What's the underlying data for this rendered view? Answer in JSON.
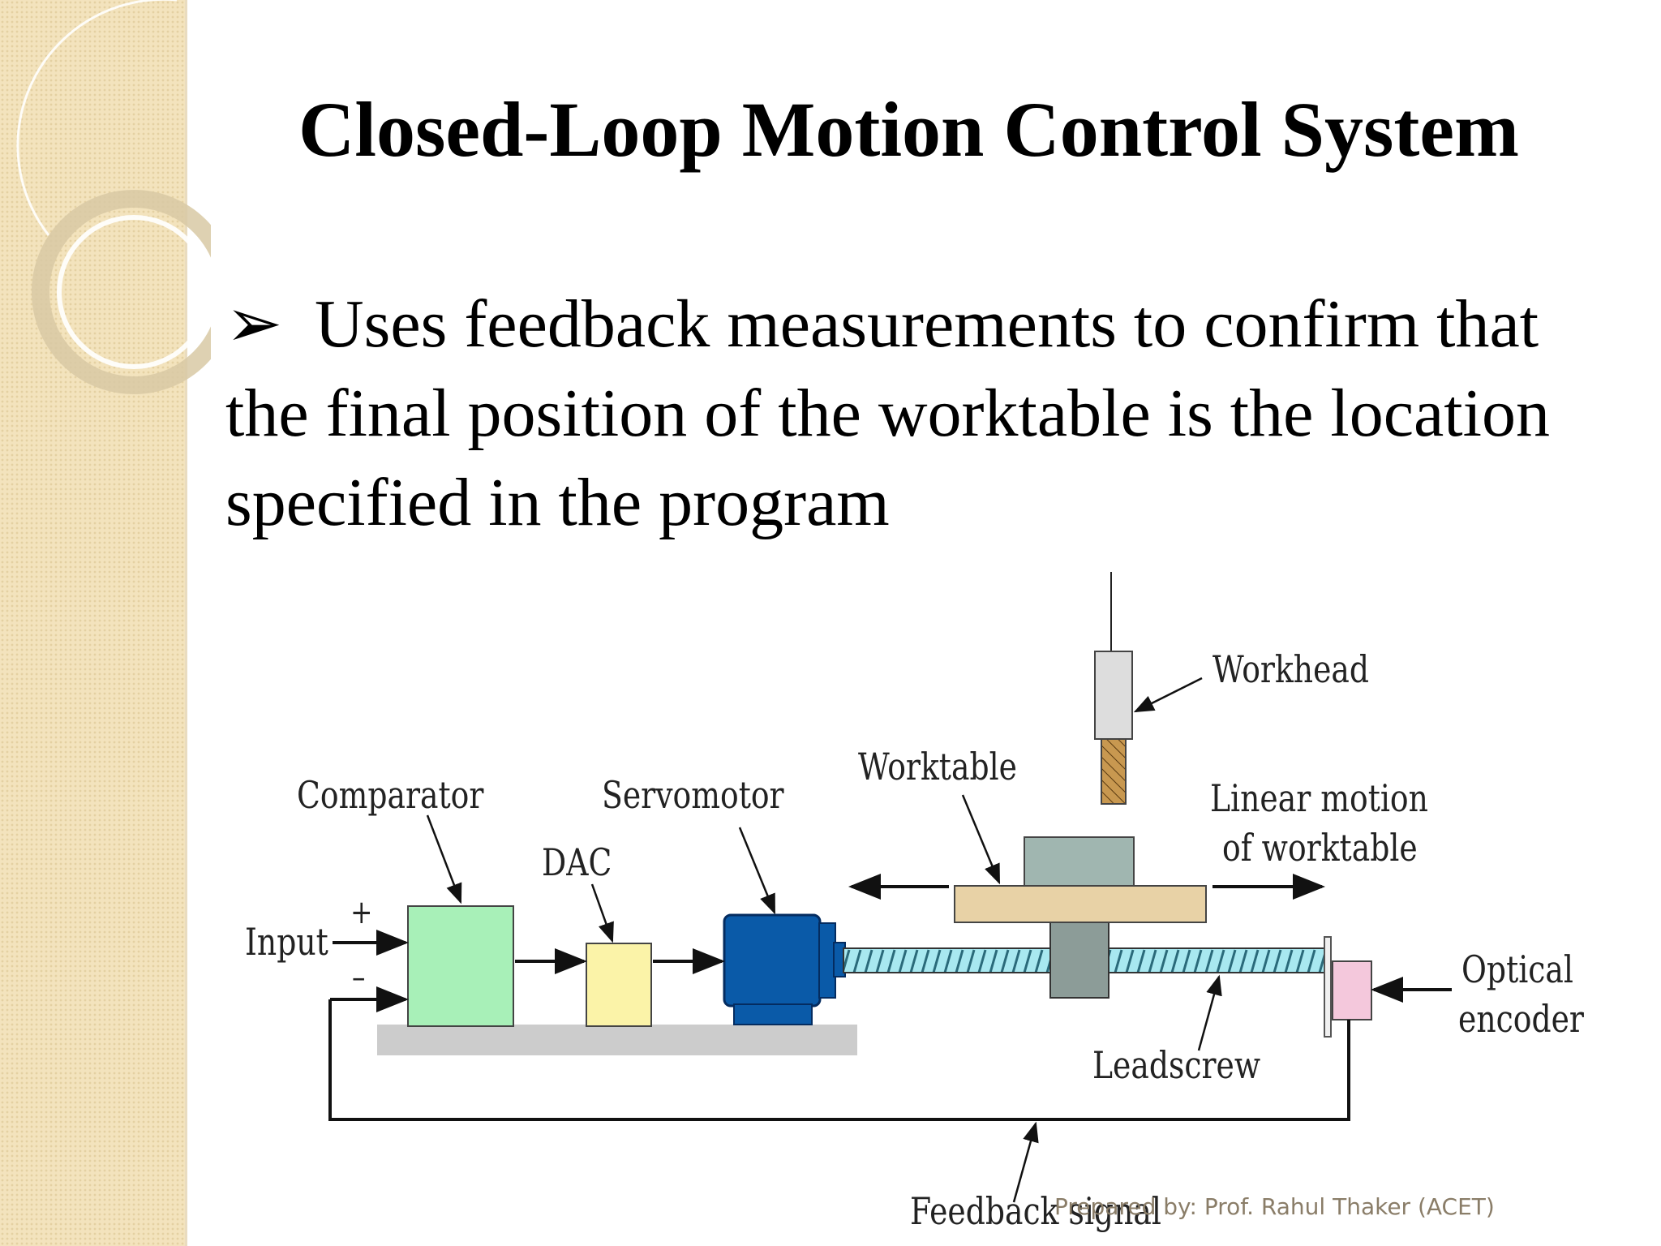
{
  "slide": {
    "title": "Closed-Loop Motion Control System",
    "bullet_symbol": "➢",
    "bullet_text": "Uses feedback measurements to confirm that the final position of the worktable is the location specified in the program",
    "credit": "Prepared by: Prof. Rahul Thaker (ACET)"
  },
  "diagram": {
    "labels": {
      "workhead": "Workhead",
      "worktable": "Worktable",
      "comparator": "Comparator",
      "servomotor": "Servomotor",
      "dac": "DAC",
      "linear_motion_line1": "Linear motion",
      "linear_motion_line2": "of worktable",
      "input": "Input",
      "plus": "+",
      "minus": "–",
      "optical_line1": "Optical",
      "optical_line2": "encoder",
      "leadscrew": "Leadscrew",
      "feedback_signal": "Feedback signal"
    },
    "colors": {
      "comparator": "#a8f0b8",
      "dac": "#fbf3a8",
      "servomotor": "#0a5aa8",
      "leadscrew": "#a8e8f0",
      "worktable": "#e8d2a6",
      "work_block": "#a0b6b0",
      "nut": "#8c9c98",
      "encoder": "#f4c8dc",
      "base": "#cccccc",
      "tool": "#c89850"
    }
  }
}
